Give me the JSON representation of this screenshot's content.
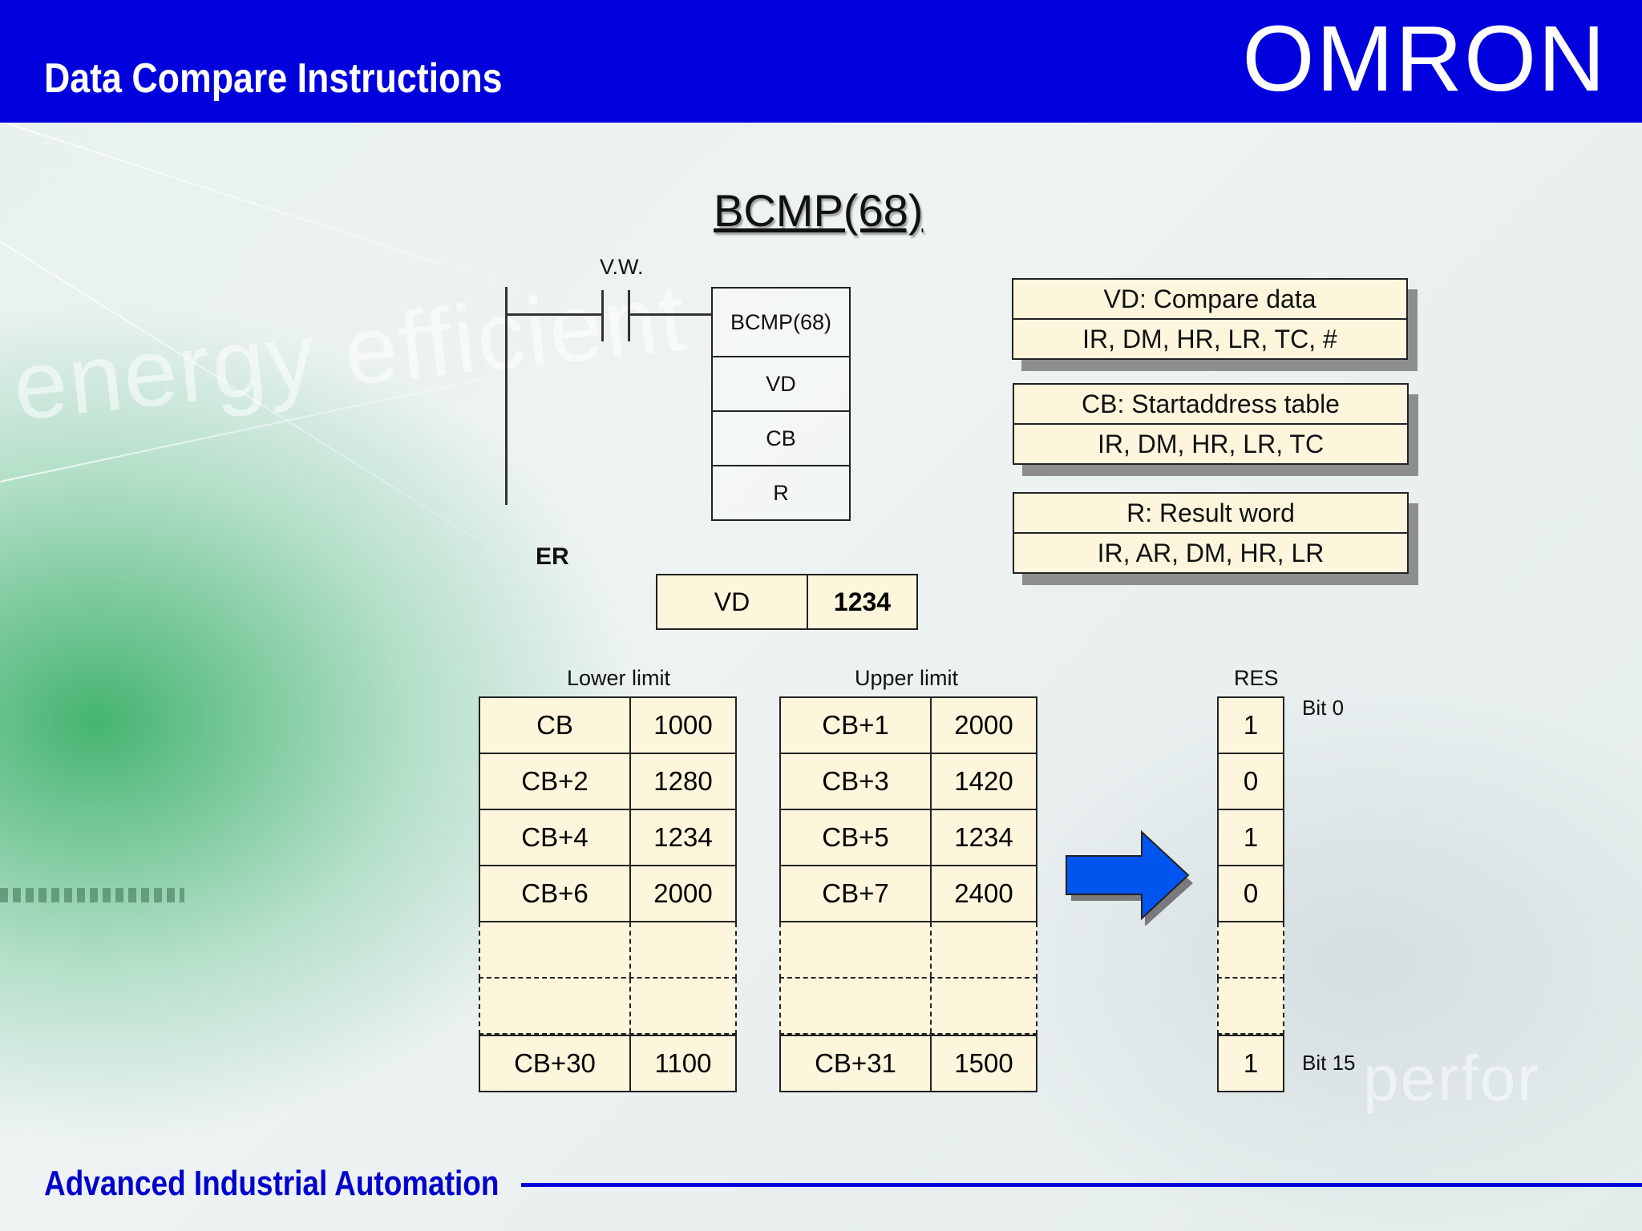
{
  "header": {
    "title": "Data Compare Instructions",
    "brand": "OMRON"
  },
  "diagram": {
    "title": "BCMP(68)",
    "contact_label": "V.W.",
    "er_label": "ER",
    "instruction_box": [
      "BCMP(68)",
      "VD",
      "CB",
      "R"
    ],
    "operands": [
      {
        "name": "VD: Compare data",
        "areas": "IR, DM, HR, LR, TC, #"
      },
      {
        "name": "CB: Startaddress table",
        "areas": "IR, DM, HR, LR, TC"
      },
      {
        "name": "R: Result word",
        "areas": "IR, AR, DM, HR, LR"
      }
    ],
    "vd": {
      "label": "VD",
      "value": "1234"
    },
    "lower_limit": {
      "title": "Lower limit",
      "rows": [
        {
          "addr": "CB",
          "value": "1000"
        },
        {
          "addr": "CB+2",
          "value": "1280"
        },
        {
          "addr": "CB+4",
          "value": "1234"
        },
        {
          "addr": "CB+6",
          "value": "2000"
        }
      ],
      "last": {
        "addr": "CB+30",
        "value": "1100"
      }
    },
    "upper_limit": {
      "title": "Upper limit",
      "rows": [
        {
          "addr": "CB+1",
          "value": "2000"
        },
        {
          "addr": "CB+3",
          "value": "1420"
        },
        {
          "addr": "CB+5",
          "value": "1234"
        },
        {
          "addr": "CB+7",
          "value": "2400"
        }
      ],
      "last": {
        "addr": "CB+31",
        "value": "1500"
      }
    },
    "result": {
      "title": "RES",
      "bits": [
        "1",
        "0",
        "1",
        "0"
      ],
      "last": "1",
      "bit_first_label": "Bit 0",
      "bit_last_label": "Bit 15"
    },
    "arrow_color": "#0055ee"
  },
  "footer": {
    "text": "Advanced Industrial Automation"
  }
}
